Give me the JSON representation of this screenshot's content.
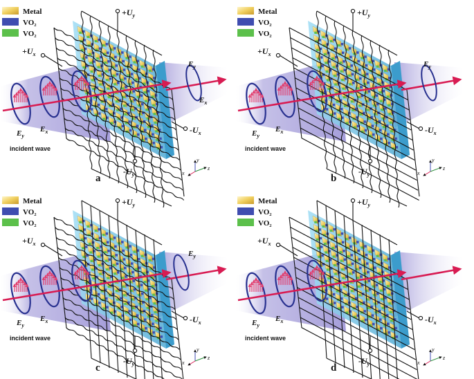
{
  "colors": {
    "metal": "#e8c15a",
    "vo2_blue": "#3f4db0",
    "vo2_green": "#5cc04b",
    "substrate": "#7cc6e6",
    "beam": "#b8b2e0",
    "arrow": "#d81b52",
    "ellipse": "#27308f"
  },
  "panels": [
    {
      "id": "a",
      "label": "a",
      "legend": [
        {
          "swatch": "metal",
          "text": "Metal"
        },
        {
          "swatch": "vo2_blue",
          "text": "VO₂"
        },
        {
          "swatch": "vo2_green",
          "text": "VO₂"
        }
      ],
      "electrodes": {
        "plus_y": "+U",
        "plus_x": "+U",
        "minus_x": "-U",
        "minus_y": "-U"
      },
      "field_labels": [
        "E",
        "E",
        "E",
        "E"
      ],
      "incident": "incident wave",
      "axes": {
        "x": "x",
        "y": "y",
        "z": "z"
      },
      "state": "all-wavy"
    },
    {
      "id": "b",
      "label": "b",
      "legend": [
        {
          "swatch": "metal",
          "text": "Metal"
        },
        {
          "swatch": "vo2_blue",
          "text": "VO₂"
        },
        {
          "swatch": "vo2_green",
          "text": "VO₂"
        }
      ],
      "electrodes": {
        "plus_y": "+U",
        "plus_x": "+U",
        "minus_x": "-U",
        "minus_y": "-U"
      },
      "field_labels": [
        "E",
        "E",
        "E"
      ],
      "incident": "incident wave",
      "axes": {
        "x": "x",
        "y": "y",
        "z": "z"
      },
      "state": "x-straight"
    },
    {
      "id": "c",
      "label": "c",
      "legend": [
        {
          "swatch": "metal",
          "text": "Metal"
        },
        {
          "swatch": "vo2_blue",
          "text": "VO₂"
        },
        {
          "swatch": "vo2_green",
          "text": "VO₂"
        }
      ],
      "electrodes": {
        "plus_y": "+U",
        "plus_x": "+U",
        "minus_x": "-U",
        "minus_y": "-U"
      },
      "field_labels": [
        "E",
        "E",
        "E"
      ],
      "incident": "incident wave",
      "axes": {
        "x": "x",
        "y": "y",
        "z": "z"
      },
      "state": "y-straight"
    },
    {
      "id": "d",
      "label": "d",
      "legend": [
        {
          "swatch": "metal",
          "text": "Metal"
        },
        {
          "swatch": "vo2_blue",
          "text": "VO₂"
        },
        {
          "swatch": "vo2_green",
          "text": "VO₂"
        }
      ],
      "electrodes": {
        "plus_y": "+U",
        "plus_x": "+U",
        "minus_x": "-U",
        "minus_y": "-U"
      },
      "field_labels": [
        "E",
        "E"
      ],
      "incident": "incident wave",
      "axes": {
        "x": "x",
        "y": "y",
        "z": "z"
      },
      "state": "all-straight"
    }
  ]
}
